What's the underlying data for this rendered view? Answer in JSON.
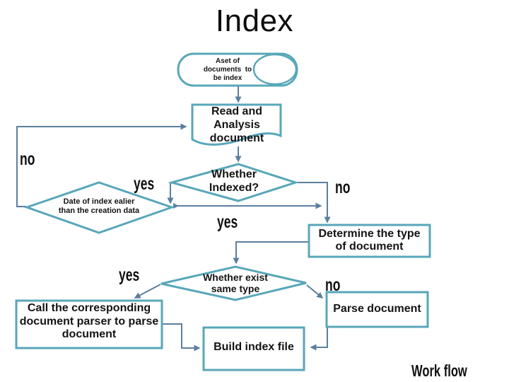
{
  "title": "Index",
  "caption": "Work flow",
  "colors": {
    "shape_border": "#58a7b9",
    "connector": "#5b7f9e",
    "text": "#141414",
    "background": "#ffffff"
  },
  "nodes": {
    "documents_terminator": {
      "lines": [
        "Aset of",
        "documents  to",
        "be index"
      ]
    },
    "read_document": {
      "lines": [
        "Read and",
        "Analysis",
        "document"
      ]
    },
    "whether_indexed": {
      "lines": [
        "Whether",
        "Indexed?"
      ]
    },
    "date_of_index": {
      "lines": [
        "Date of index ealier",
        "than the creation data"
      ]
    },
    "determine_type": {
      "lines": [
        "Determine the type",
        "of document"
      ]
    },
    "whether_exist_same_type": {
      "lines": [
        "Whether exist",
        "same type"
      ]
    },
    "call_parser": {
      "lines": [
        "Call the corresponding",
        "document parser to parse",
        "document"
      ]
    },
    "parse_document": {
      "label": "Parse document"
    },
    "build_index_file": {
      "label": "Build index file"
    }
  },
  "edge_labels": {
    "no_reindex": "no",
    "yes_indexed": "yes",
    "no_indexed": "no",
    "yes_date": "yes",
    "yes_exist": "yes",
    "no_exist": "no"
  }
}
